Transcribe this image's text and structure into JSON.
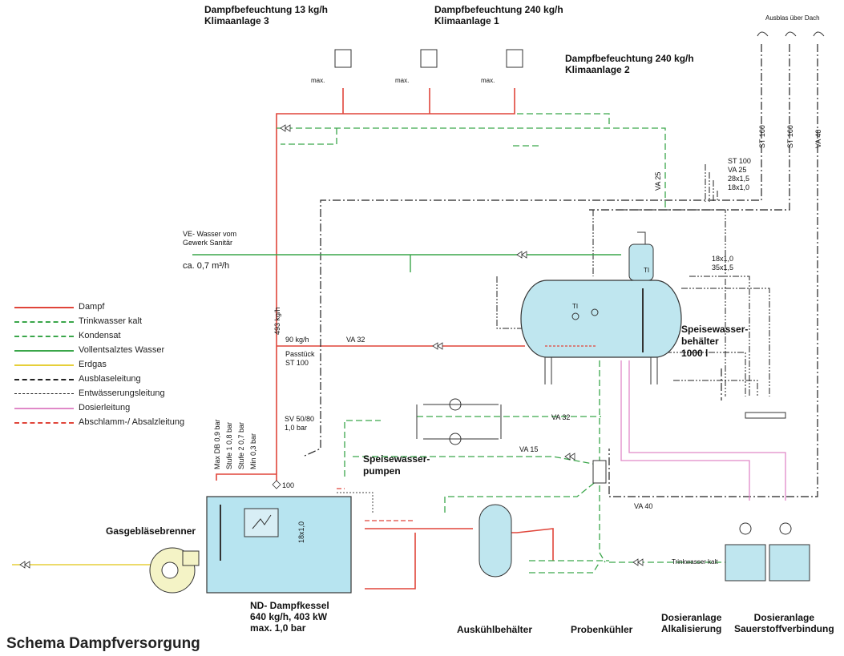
{
  "title": "Schema Dampfversorgung",
  "humidifiers": [
    {
      "line1": "Dampfbefeuchtung 13 kg/h",
      "line2": "Klimaanlage 3"
    },
    {
      "line1": "Dampfbefeuchtung 240 kg/h",
      "line2": "Klimaanlage 1"
    },
    {
      "line1": "Dampfbefeuchtung 240 kg/h",
      "line2": "Klimaanlage 2"
    }
  ],
  "max_labels": [
    "max.",
    "max.",
    "max."
  ],
  "ausblas": "Ausblas über Dach",
  "vertical_pipes": [
    "ST 100",
    "ST 100",
    "VA 40"
  ],
  "va25": "VA 25",
  "pipe_list_top": [
    "ST 100",
    "VA 25",
    "28x1,5",
    "18x1,0"
  ],
  "pipe_list_mid": [
    "18x1,0",
    "35x1,5"
  ],
  "ve_wasser": {
    "line1": "VE- Wasser vom",
    "line2": "Gewerk Sanitär",
    "flow": "ca. 0,7 m³/h"
  },
  "flow_493": "493 kg/h",
  "flow_90": "90 kg/h",
  "va32": "VA 32",
  "passtueck": {
    "line1": "Passtück",
    "line2": "ST 100"
  },
  "sv": {
    "line1": "SV 50/80",
    "line2": "1,0 bar"
  },
  "pressure_levels": [
    "Max DB 0,9 bar",
    "Stufe 1  0,8 bar",
    "Stufe 2  0,7 bar",
    "Min        0,3 bar"
  ],
  "pressure_short": [
    "Max DB",
    "Stufe 1",
    "Stufe 2",
    "Min"
  ],
  "pressure_vals": [
    "0,9 bar",
    "0,8 bar",
    "0,7 bar",
    "0,3 bar"
  ],
  "valve_100": "100",
  "pipe_18x1": "18x1,0",
  "feedwater_tank": {
    "line1": "Speisewasser-",
    "line2": "behälter",
    "line3": "1000 l"
  },
  "ti": [
    "TI",
    "TI"
  ],
  "pumps": {
    "line1": "Speisewasser-",
    "line2": "pumpen"
  },
  "va32_b": "VA 32",
  "va15": "VA 15",
  "va40": "VA 40",
  "trinkwasser": "Trinkwasser kalt",
  "burner": "Gasgebläsebrenner",
  "boiler": {
    "line1": "ND- Dampfkessel",
    "line2": "640 kg/h, 403 kW",
    "line3": "max. 1,0 bar"
  },
  "bottom_labels": {
    "cooler_tank": "Auskühlbehälter",
    "sample_cooler": "Probenkühler",
    "dos1": {
      "line1": "Dosieranlage",
      "line2": "Alkalisierung"
    },
    "dos2": {
      "line1": "Dosieranlage",
      "line2": "Sauerstoffverbindung"
    }
  },
  "legend": [
    {
      "label": "Dampf",
      "color": "#e0453a",
      "style": "solid"
    },
    {
      "label": "Trinkwasser kalt",
      "color": "#3aa64a",
      "style": "dashdot"
    },
    {
      "label": "Kondensat",
      "color": "#3aa64a",
      "style": "dashed"
    },
    {
      "label": "Vollentsalztes Wasser",
      "color": "#3aa64a",
      "style": "solid"
    },
    {
      "label": "Erdgas",
      "color": "#e6cf3a",
      "style": "solid"
    },
    {
      "label": "Ausblaseleitung",
      "color": "#222222",
      "style": "dashdot"
    },
    {
      "label": "Entwässerungsleitung",
      "color": "#222222",
      "style": "dashdotdot"
    },
    {
      "label": "Dosierleitung",
      "color": "#e089c8",
      "style": "solid"
    },
    {
      "label": "Abschlamm-/ Absalzleitung",
      "color": "#e0453a",
      "style": "dashed"
    }
  ],
  "colors": {
    "steam": "#e0453a",
    "green": "#3aa64a",
    "gas": "#e6cf3a",
    "black": "#222222",
    "dosing": "#e089c8",
    "tank_fill": "#bfe6ef",
    "boiler_fill": "#b7e4f0"
  }
}
